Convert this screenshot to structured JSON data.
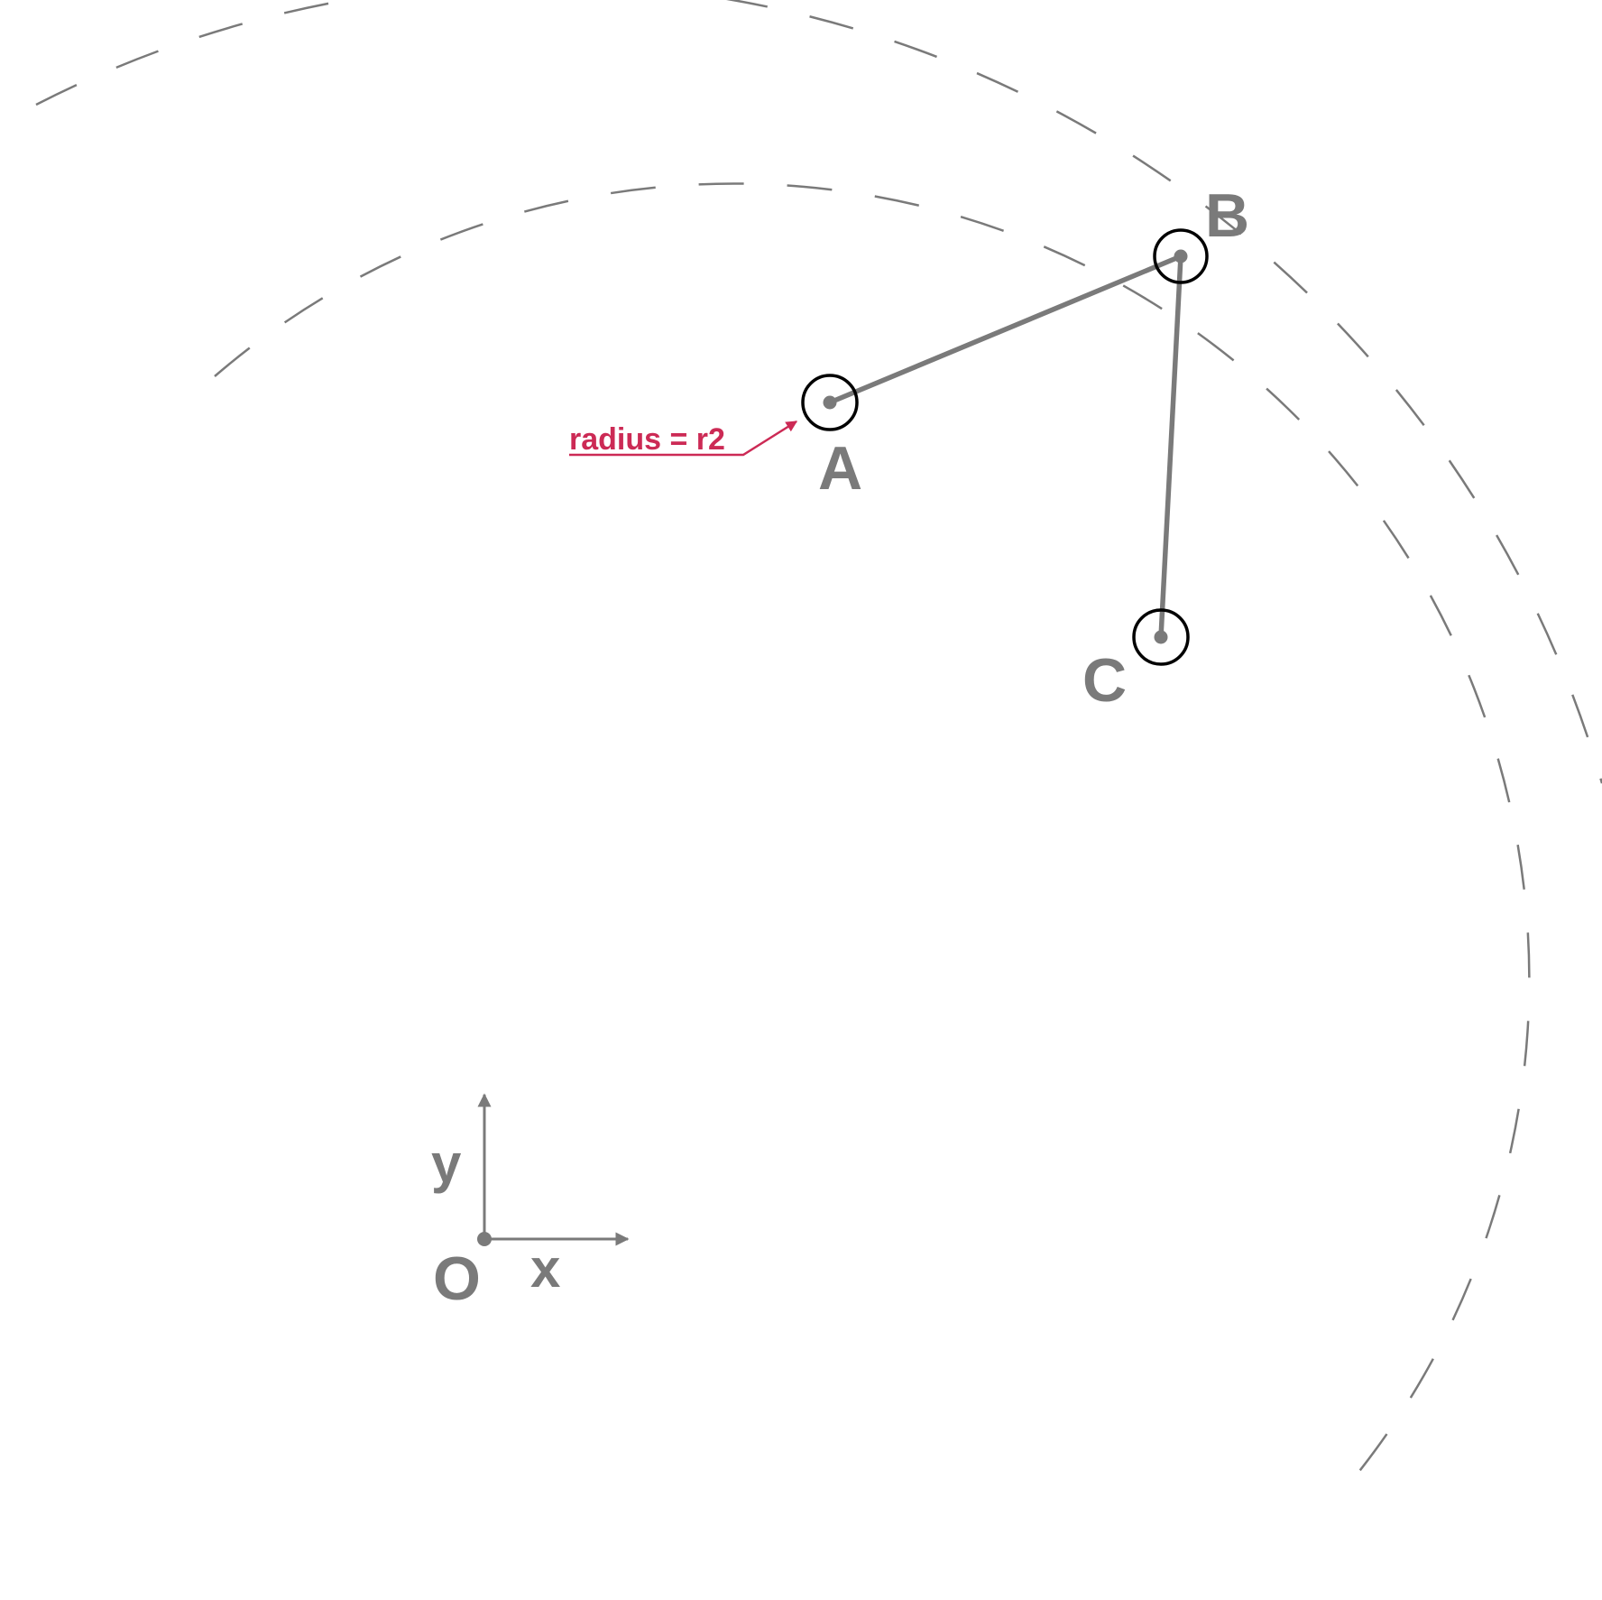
{
  "colors": {
    "line": "#7a7a7a",
    "ring": "#000000",
    "annotation": "#cc2a55",
    "background": "#ffffff"
  },
  "points": {
    "A": {
      "label": "A"
    },
    "B": {
      "label": "B"
    },
    "C": {
      "label": "C"
    }
  },
  "origin": {
    "label": "O"
  },
  "axes": {
    "x_label": "x",
    "y_label": "y"
  },
  "annotation": {
    "text": "radius = r2"
  }
}
